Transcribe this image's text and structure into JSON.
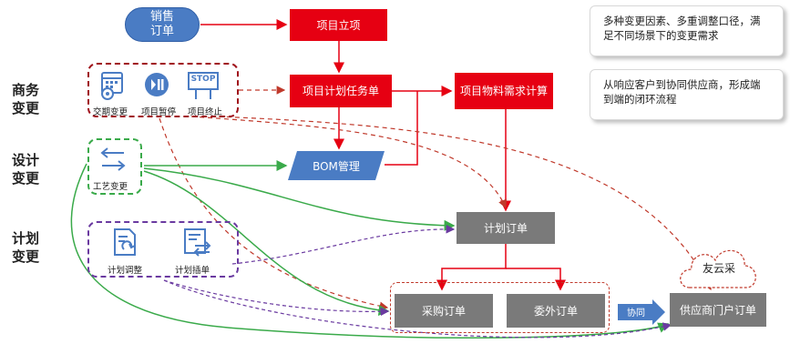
{
  "side_labels": {
    "business": "商务\n变更",
    "design": "设计\n变更",
    "plan": "计划\n变更"
  },
  "nodes": {
    "sales_order": "销售\n订单",
    "project_setup": "项目立项",
    "project_plan": "项目计划任务单",
    "material_calc": "项目物料需求计算",
    "bom": "BOM管理",
    "plan_order": "计划订单",
    "purchase_order": "采购订单",
    "outsource_order": "委外订单",
    "supplier_portal": "供应商门户订单",
    "collab": "协同",
    "cloud": "友云采"
  },
  "icons": {
    "delivery_change": "交期变更",
    "project_pause": "项目暂停",
    "project_stop": "项目终止",
    "stop_sign": "STOP",
    "process_change": "工艺变更",
    "plan_adjust": "计划调整",
    "plan_insert": "计划插单"
  },
  "notes": {
    "note1": "多种变更因素、多重调整口径，满足不同场景下的变更需求",
    "note2": "从响应客户到协同供应商，形成端到端的闭环流程"
  },
  "colors": {
    "red": "#e60012",
    "blue": "#4a7cc4",
    "gray": "#7a7a7a",
    "green": "#3aaa4a",
    "purple": "#6a3aa0",
    "dark_red": "#c0392b"
  }
}
